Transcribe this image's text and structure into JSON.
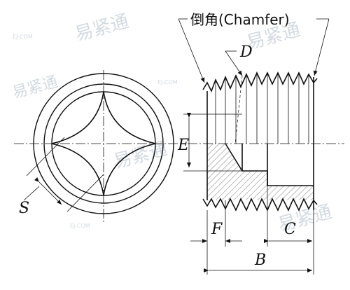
{
  "labels": {
    "chamfer": "倒角(Chamfer)",
    "D": "D",
    "E": "E",
    "S": "S",
    "F": "F",
    "C": "C",
    "B": "B"
  },
  "watermark": {
    "brand": "易紧通",
    "site": "EJ-COM"
  },
  "colors": {
    "line": "#111111",
    "hatch": "#555555",
    "watermark": "#cfd6de"
  }
}
